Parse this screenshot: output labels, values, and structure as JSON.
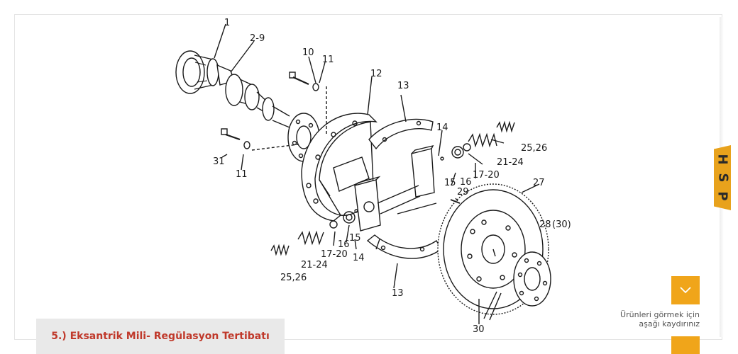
{
  "diagram": {
    "labels": {
      "l1": "1",
      "l2": "2-9",
      "l10": "10",
      "l11a": "11",
      "l11b": "11",
      "l12": "12",
      "l13a": "13",
      "l13b": "13",
      "l14a": "14",
      "l14b": "14",
      "l15a": "15",
      "l15b": "15",
      "l16a": "16",
      "l16b": "16",
      "l17a": "17-20",
      "l17b": "17-20",
      "l21a": "21-24",
      "l21b": "21-24",
      "l25a": "25,26",
      "l25b": "25,26",
      "l27": "27",
      "l28": "28",
      "l28p": "(30)",
      "l29": "29",
      "l30": "30",
      "l31": "31"
    }
  },
  "side_tab": {
    "letters": [
      "H",
      "S",
      "P"
    ]
  },
  "scroll": {
    "hint_line1": "Ürünleri görmek için",
    "hint_line2": "aşağı kaydırınız"
  },
  "caption": {
    "title": "5.) Eksantrik Mili- Regülasyon Tertibatı"
  },
  "colors": {
    "accent": "#f0a51a",
    "caption_text": "#c0392b",
    "caption_bg": "#e9e9e9"
  }
}
